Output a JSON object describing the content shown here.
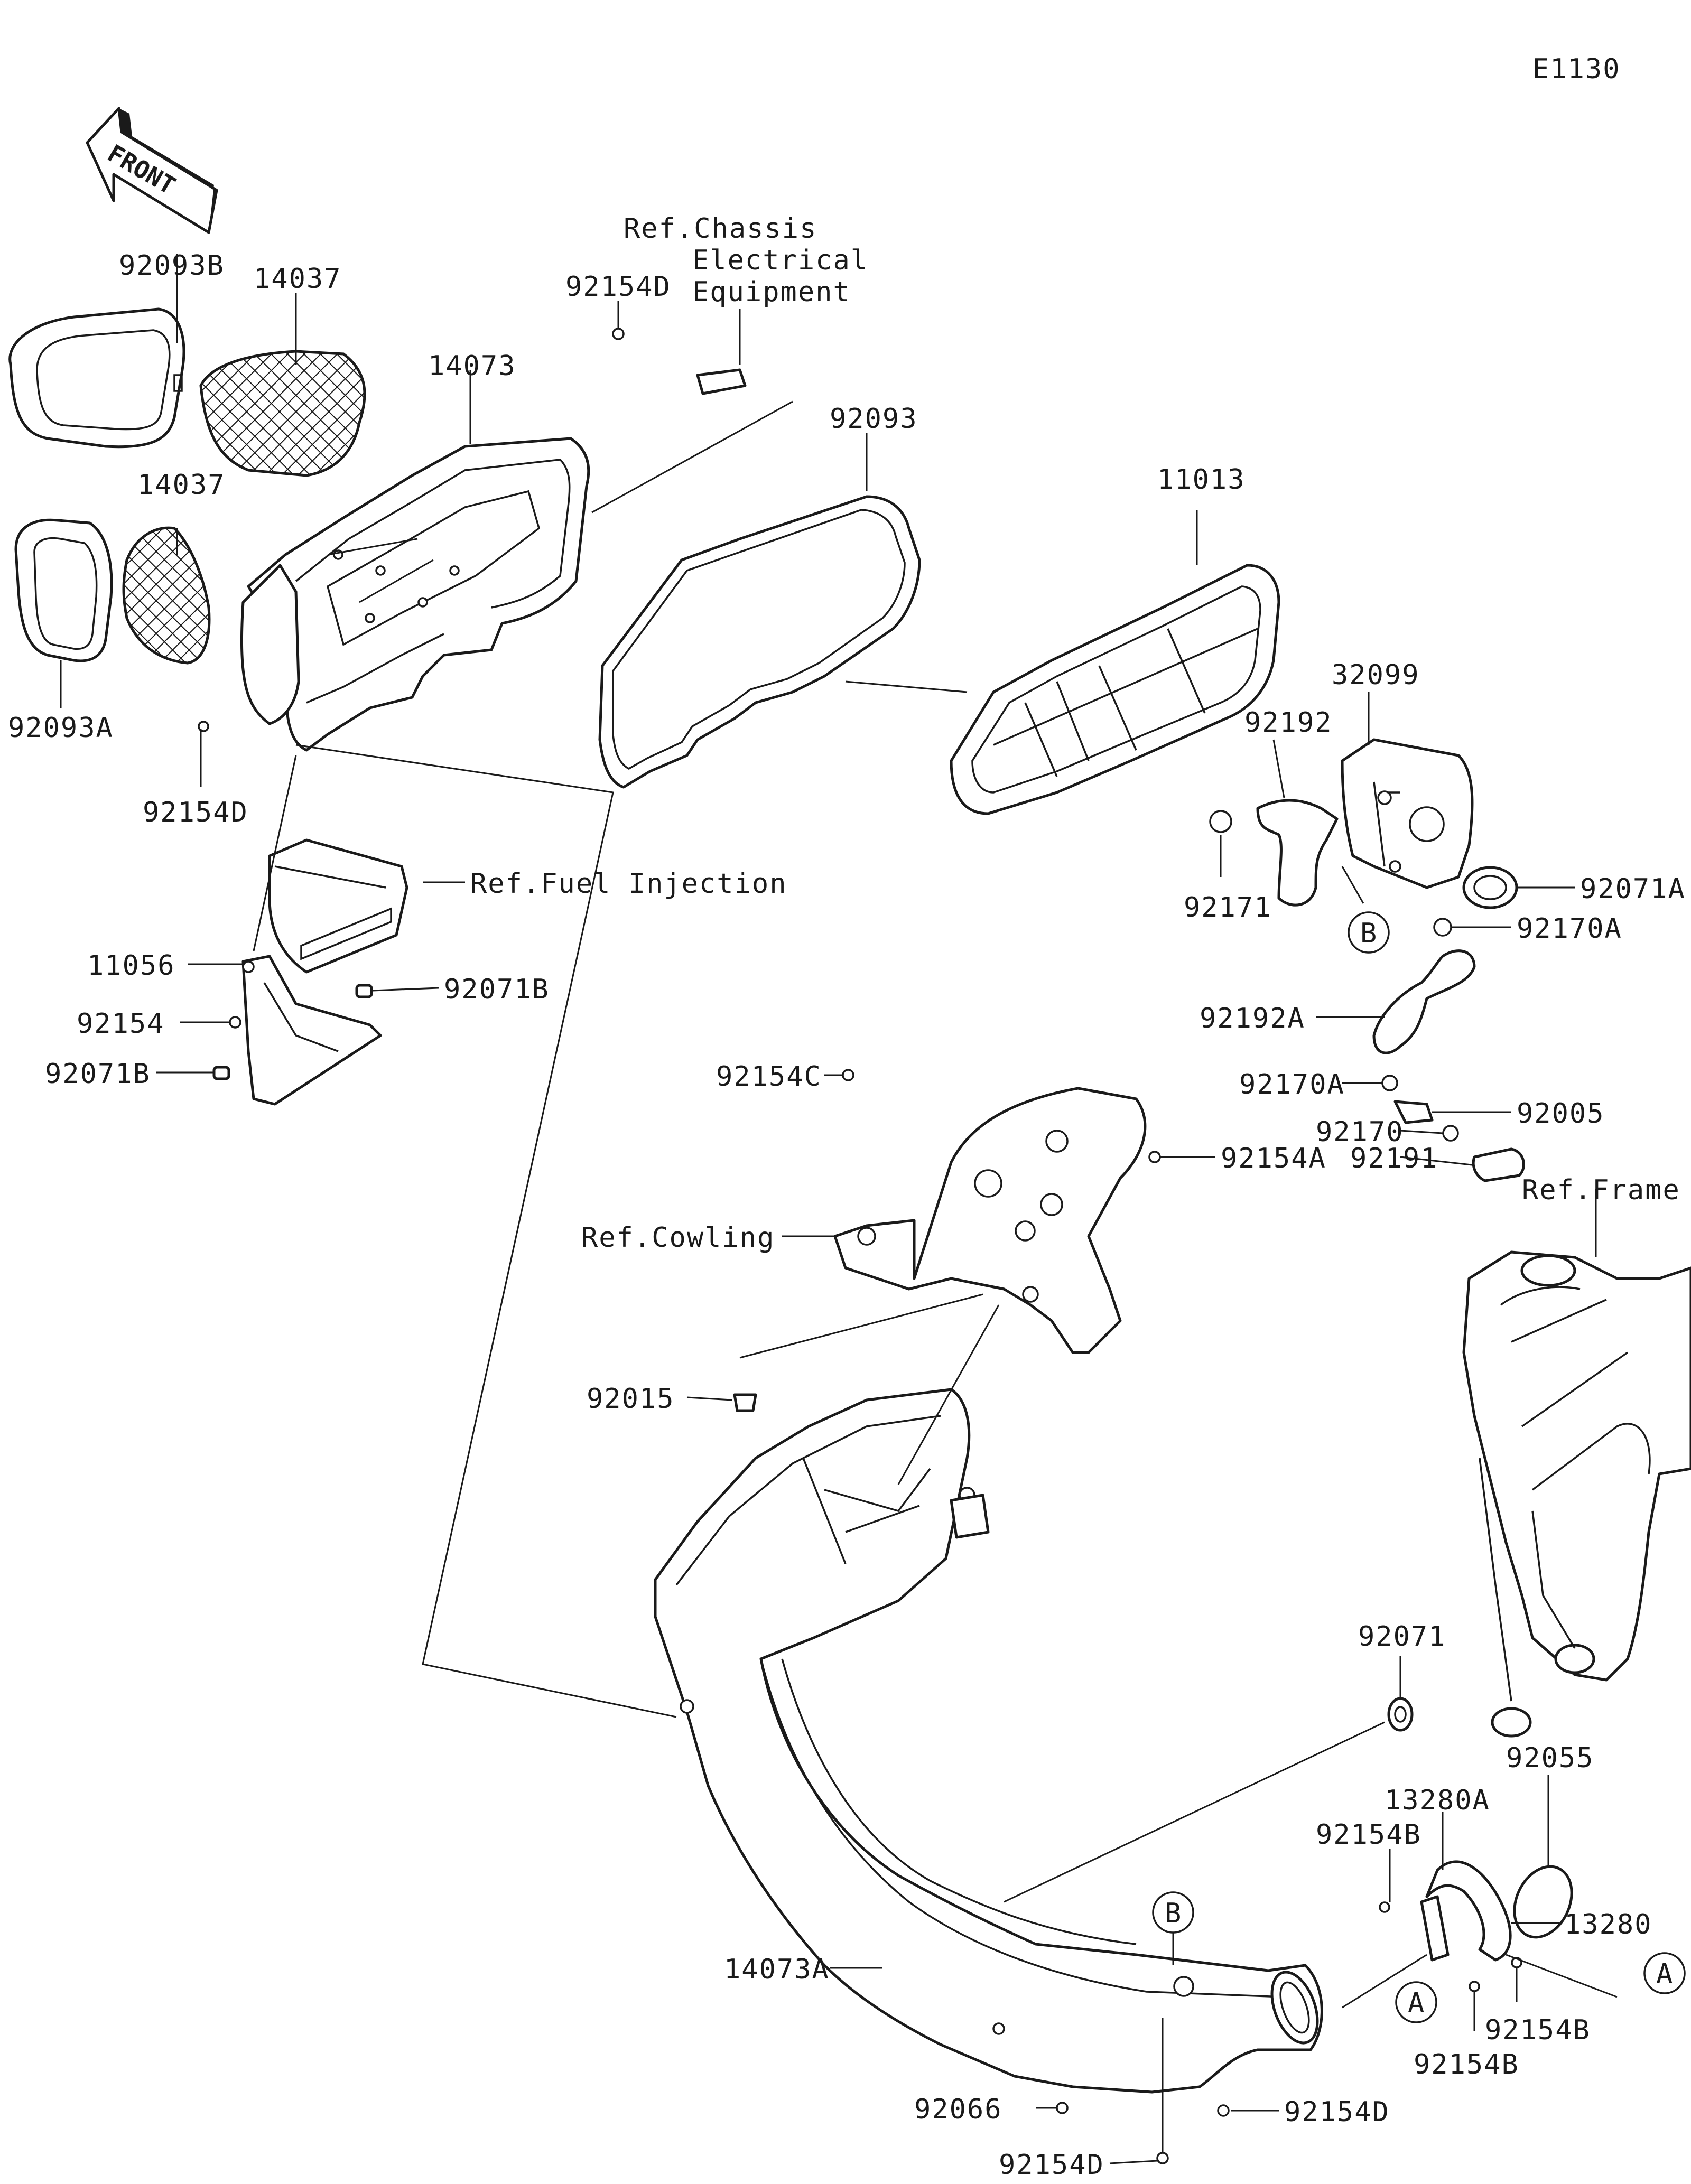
{
  "diagram_code": "E1130",
  "front_label": "FRONT",
  "parts": {
    "p92093B": "92093B",
    "p14037_top": "14037",
    "p14073": "14073",
    "p14037_mid": "14037",
    "p92093A": "92093A",
    "p92154D_left": "92154D",
    "p92154D_top": "92154D",
    "p92093": "92093",
    "p11013": "11013",
    "p32099": "32099",
    "p92192": "92192",
    "p92171": "92171",
    "p92071A": "92071A",
    "p92170A_1": "92170A",
    "p92192A": "92192A",
    "p92170A_2": "92170A",
    "p92005": "92005",
    "p92170": "92170",
    "p92191": "92191",
    "p11056": "11056",
    "p92154": "92154",
    "p92071B_1": "92071B",
    "p92071B_2": "92071B",
    "p92154C": "92154C",
    "p92154A": "92154A",
    "p92015": "92015",
    "p92071": "92071",
    "p92055": "92055",
    "p13280A": "13280A",
    "p92154B_1": "92154B",
    "p13280": "13280",
    "p92154B_2": "92154B",
    "p92154B_3": "92154B",
    "p14073A": "14073A",
    "p92066": "92066",
    "p92154D_bot1": "92154D",
    "p92154D_bot2": "92154D"
  },
  "refs": {
    "chassis_1": "Ref.Chassis",
    "chassis_2": "Electrical",
    "chassis_3": "Equipment",
    "fuel": "Ref.Fuel Injection",
    "cowling": "Ref.Cowling",
    "frame": "Ref.Frame"
  },
  "markers": {
    "a1": "A",
    "a2": "A",
    "b1": "B",
    "b2": "B"
  }
}
